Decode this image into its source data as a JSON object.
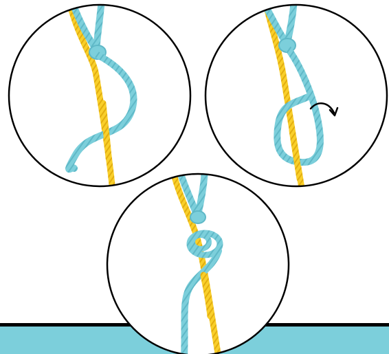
{
  "colors": {
    "background": "#ffffff",
    "panel_fill": "#ffffff",
    "panel_stroke": "#000000",
    "rope_blue": "#7ccfdb",
    "rope_blue_shade": "#5fb8c7",
    "rope_yellow": "#f9cf2a",
    "rope_yellow_shade": "#e2ad10",
    "band_fill": "#7ccfdb",
    "band_edge": "#000000",
    "arrow": "#000000"
  },
  "panels": [
    {
      "id": "step-1",
      "icon": "knot-step-1"
    },
    {
      "id": "step-2",
      "icon": "knot-step-2-with-turn-arrow"
    },
    {
      "id": "step-3",
      "icon": "knot-step-3-tightened"
    }
  ],
  "arrow": {
    "icon": "curved-arrow-right"
  }
}
